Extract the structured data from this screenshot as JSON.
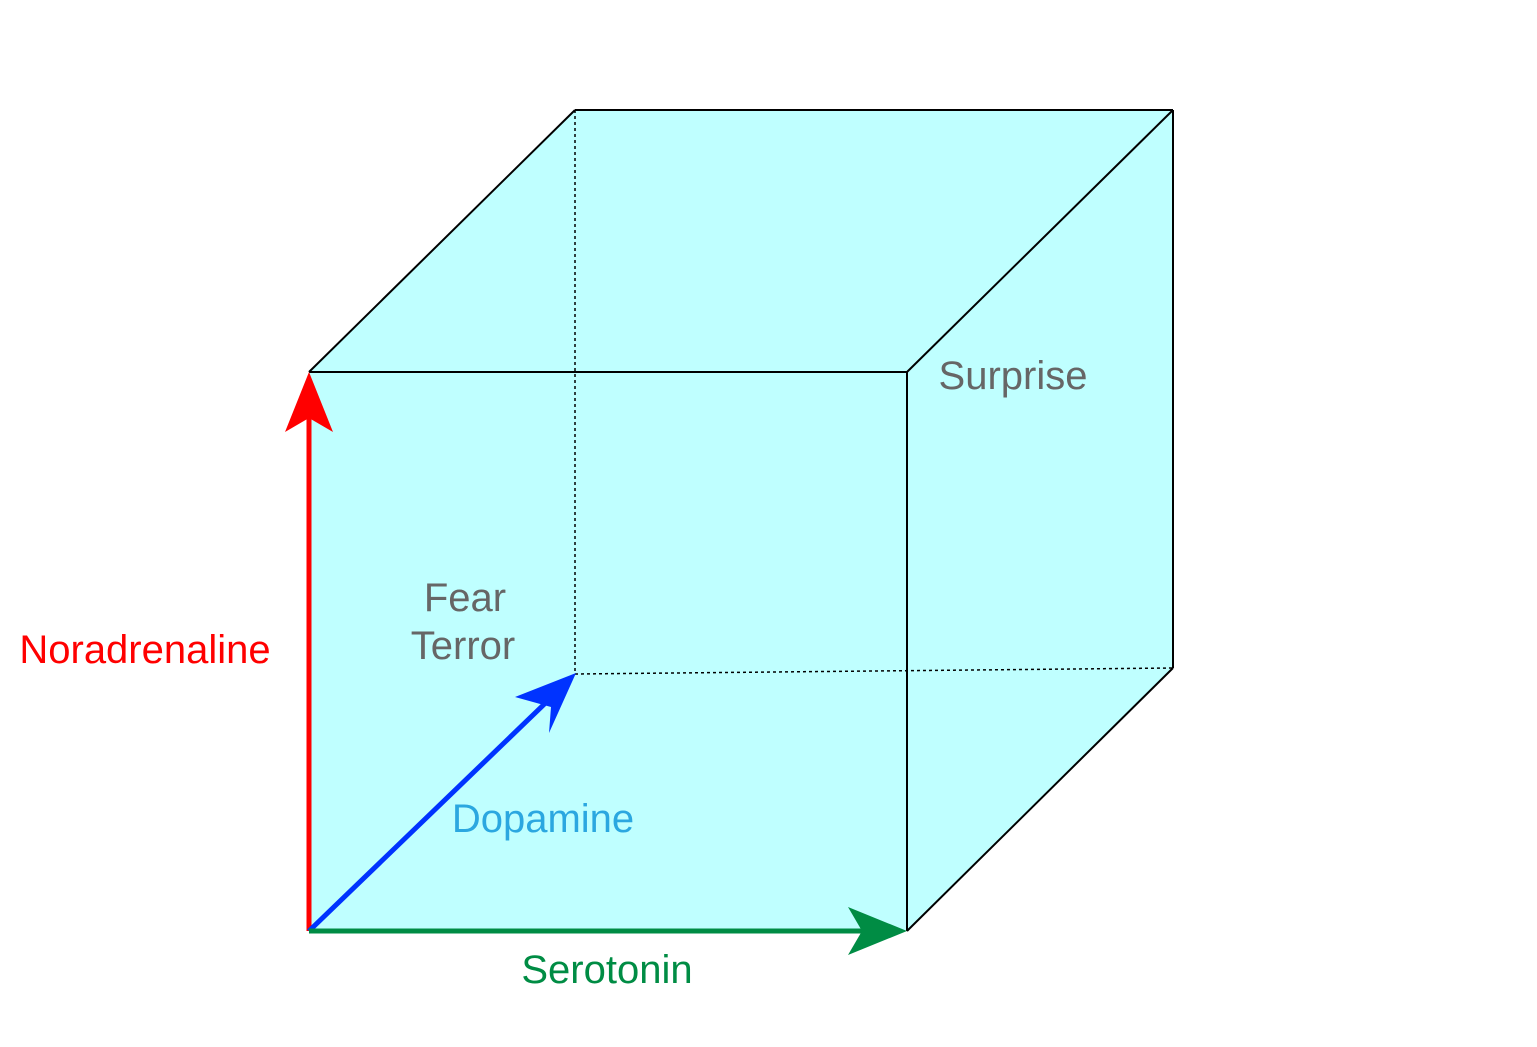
{
  "axes": {
    "noradrenaline": {
      "label": "Noradrenaline",
      "color": "#ff0000"
    },
    "dopamine": {
      "label": "Dopamine",
      "color": "#0033ff",
      "label_color": "#2ba7e0"
    },
    "serotonin": {
      "label": "Serotonin",
      "color": "#008c44"
    }
  },
  "corners": {
    "fear_terror": {
      "line1": "Fear",
      "line2": "Terror"
    },
    "surprise": {
      "label": "Surprise"
    }
  },
  "colors": {
    "cube_fill": "#bfffff",
    "edge": "#000000",
    "corner_label": "#666666"
  }
}
